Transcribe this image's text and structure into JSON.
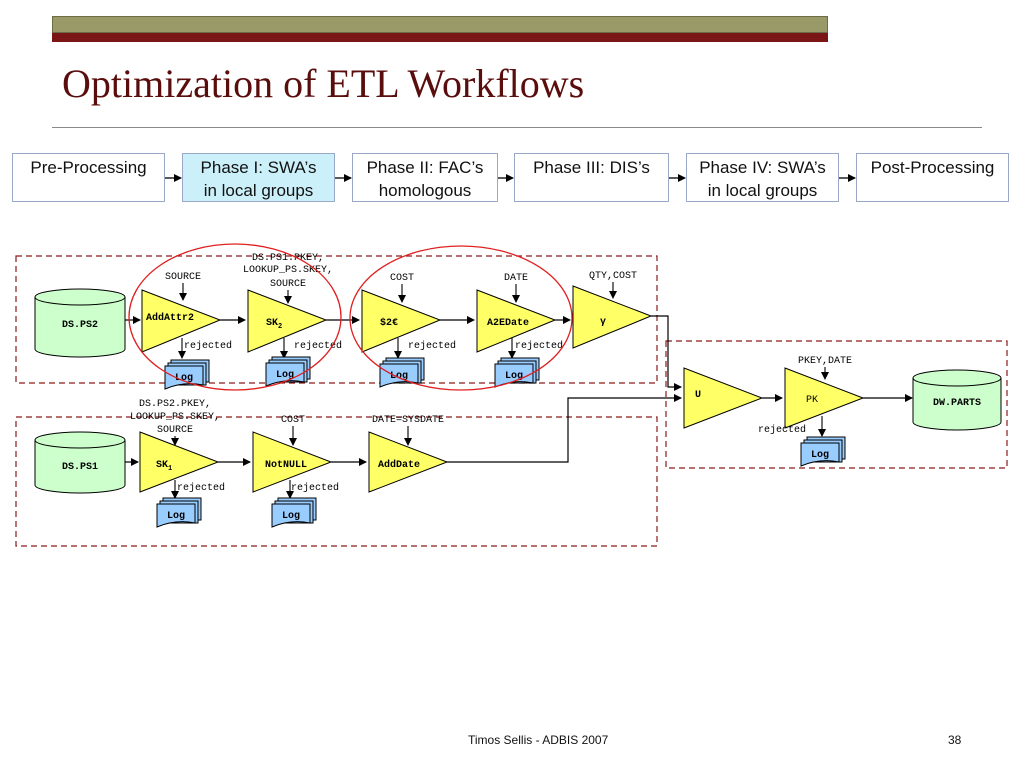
{
  "slide": {
    "title": "Optimization of ETL Workflows",
    "footer_text": "Timos Sellis - ADBIS 2007",
    "page_number": "38"
  },
  "phases": [
    {
      "line1": "Pre-Processing",
      "line2": "",
      "active": false
    },
    {
      "line1": "Phase I: SWA’s",
      "line2": "in local groups",
      "active": true
    },
    {
      "line1": "Phase II: FAC’s",
      "line2": "homologous",
      "active": false
    },
    {
      "line1": "Phase III: DIS’s",
      "line2": "",
      "active": false
    },
    {
      "line1": "Phase IV: SWA’s",
      "line2": "in local groups",
      "active": false
    },
    {
      "line1": "Post-Processing",
      "line2": "",
      "active": false
    }
  ],
  "sources": {
    "ps2": "DS.PS2",
    "ps1": "DS.PS1",
    "target": "DW.PARTS"
  },
  "top_flow": {
    "addattr2": {
      "label": "AddAttr2",
      "param": "SOURCE"
    },
    "sk2": {
      "label": "SK",
      "sub": "2",
      "param_lines": [
        "DS.PS1.PKEY,",
        "LOOKUP_PS.SKEY,",
        "SOURCE"
      ]
    },
    "dollar": {
      "label": "$2€",
      "param": "COST"
    },
    "a2edate": {
      "label": "A2EDate",
      "param": "DATE"
    },
    "gamma": {
      "label": "γ",
      "param": "QTY,COST"
    }
  },
  "bottom_flow": {
    "sk1": {
      "label": "SK",
      "sub": "1",
      "param_lines": [
        "DS.PS2.PKEY,",
        "LOOKUP_PS.SKEY,",
        "SOURCE"
      ]
    },
    "notnull": {
      "label": "NotNULL",
      "param": "COST"
    },
    "adddate": {
      "label": "AddDate",
      "param": "DATE=SYSDATE"
    }
  },
  "right_flow": {
    "union": {
      "label": "U"
    },
    "pk": {
      "label": "PK",
      "param": "PKEY,DATE"
    }
  },
  "common": {
    "rejected": "rejected",
    "log": "Log"
  },
  "colors": {
    "activity_fill": "#ffff66",
    "source_fill": "#ccffcc",
    "log_fill": "#99ccff",
    "dashed_border": "#8b1a1a",
    "highlight_circle": "#e02020"
  }
}
